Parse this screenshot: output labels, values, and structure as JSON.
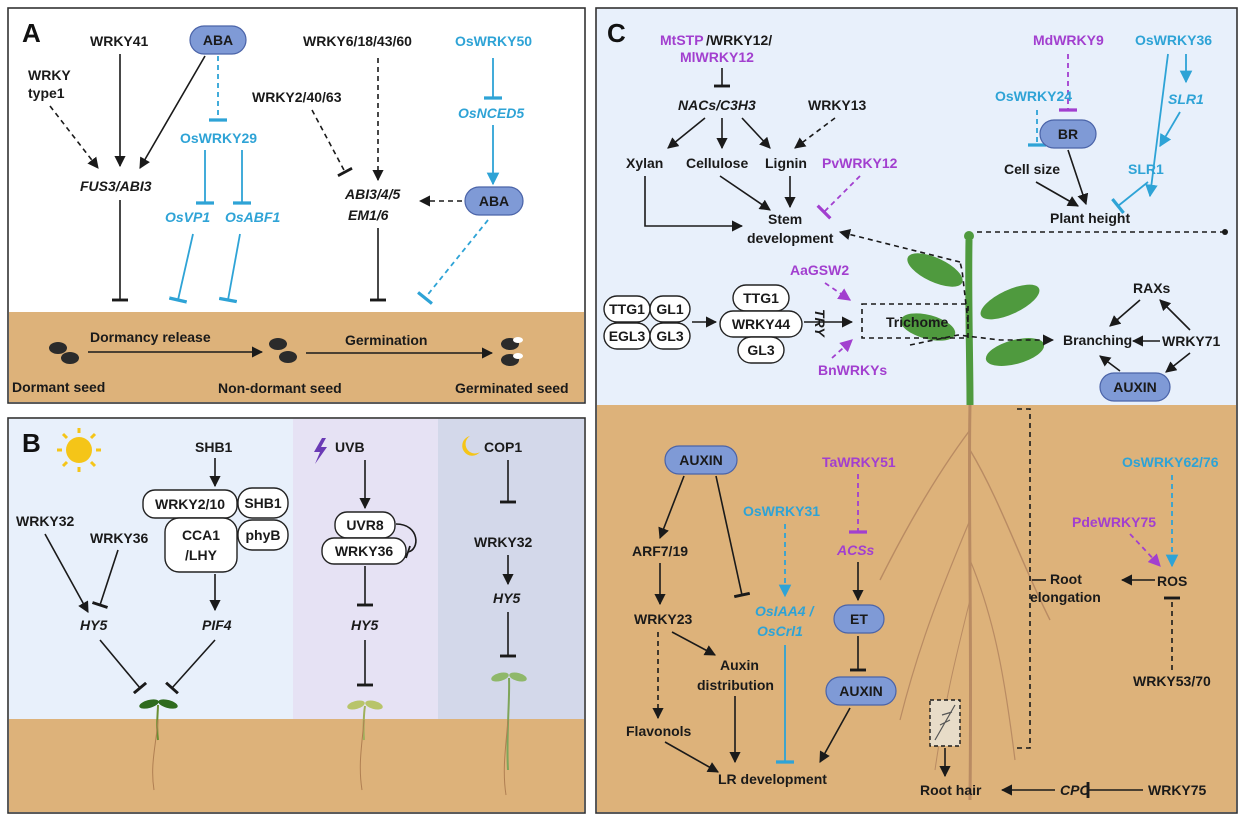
{
  "panels": {
    "A": {
      "letter": "A",
      "labels": {
        "wrky41": "WRKY41",
        "aba_top": "ABA",
        "wrky_type1_a": "WRKY",
        "wrky_type1_b": "type1",
        "fus3_abi3": "FUS3/ABI3",
        "oswrky29": "OsWRKY29",
        "osvp1": "OsVP1",
        "osabf1": "OsABF1",
        "wrky6": "WRKY6/18/43/60",
        "wrky2": "WRKY2/40/63",
        "oswrky50": "OsWRKY50",
        "osnced5": "OsNCED5",
        "abi3_a": "ABI3/4/5",
        "abi3_b": "EM1/6",
        "aba_right": "ABA",
        "dormancy_release": "Dormancy release",
        "germination": "Germination",
        "dormant_seed": "Dormant seed",
        "non_dormant_seed": "Non-dormant seed",
        "germinated_seed": "Germinated seed"
      }
    },
    "B": {
      "letter": "B",
      "labels": {
        "shb1_top": "SHB1",
        "wrky2_10": "WRKY2/10",
        "shb1_box": "SHB1",
        "cca1_a": "CCA1",
        "cca1_b": "/LHY",
        "phyb": "phyB",
        "wrky32_left": "WRKY32",
        "wrky36_left": "WRKY36",
        "hy5_left": "HY5",
        "pif4": "PIF4",
        "uvb": "UVB",
        "uvr8": "UVR8",
        "wrky36_box": "WRKY36",
        "hy5_mid": "HY5",
        "cop1": "COP1",
        "wrky32_right": "WRKY32",
        "hy5_right": "HY5"
      }
    },
    "C": {
      "letter": "C",
      "labels": {
        "mtstp_a": "MtSTP",
        "mtstp_b": "/WRKY12/",
        "mlwrky12": "MlWRKY12",
        "nacs": "NACs/C3H3",
        "wrky13": "WRKY13",
        "xylan": "Xylan",
        "cellulose": "Cellulose",
        "lignin": "Lignin",
        "pvwrky12": "PvWRKY12",
        "stem_a": "Stem",
        "stem_b": "development",
        "mdwrky9": "MdWRKY9",
        "oswrky36": "OsWRKY36",
        "slr1_it": "SLR1",
        "oswrky24": "OsWRKY24",
        "br": "BR",
        "slr1": "SLR1",
        "cell_size": "Cell size",
        "plant_height": "Plant height",
        "aagsw2": "AaGSW2",
        "ttg1_left": "TTG1",
        "gl1": "GL1",
        "egl3": "EGL3",
        "gl3_left": "GL3",
        "ttg1_mid": "TTG1",
        "wrky44": "WRKY44",
        "gl3_mid": "GL3",
        "try": "TRY",
        "trichome": "Trichome",
        "bnwrkys": "BnWRKYs",
        "raxs": "RAXs",
        "branching": "Branching",
        "wrky71": "WRKY71",
        "auxin_top": "AUXIN",
        "auxin_left": "AUXIN",
        "tawrky51": "TaWRKY51",
        "oswrky62": "OsWRKY62/76",
        "oswrky31": "OsWRKY31",
        "arf7": "ARF7/19",
        "acss": "ACSs",
        "pdewrky75": "PdeWRKY75",
        "osiaa4_a": "OsIAA4 /",
        "osiaa4_b": "OsCrl1",
        "et": "ET",
        "root_elong_a": "Root",
        "root_elong_b": "elongation",
        "ros": "ROS",
        "wrky23": "WRKY23",
        "auxin_dist_a": "Auxin",
        "auxin_dist_b": "distribution",
        "auxin_mid": "AUXIN",
        "wrky53": "WRKY53/70",
        "flavonols": "Flavonols",
        "lr_dev": "LR development",
        "root_hair": "Root hair",
        "cpc": "CPC",
        "wrky75": "WRKY75"
      }
    }
  },
  "colors": {
    "blue_text": "#2ea3d6",
    "purple_text": "#a23fcf",
    "pill_fill": "#7f9ad6",
    "soil": "#ddb27a",
    "sky": "#e8f0fb",
    "uv_panel": "#e6e2f4",
    "night_panel": "#d3d8ea",
    "plant_green": "#4f9a3e"
  },
  "icons": [
    "sun-icon",
    "lightning-icon",
    "moon-icon",
    "seed-icon",
    "seedling-icon",
    "plant-icon"
  ]
}
